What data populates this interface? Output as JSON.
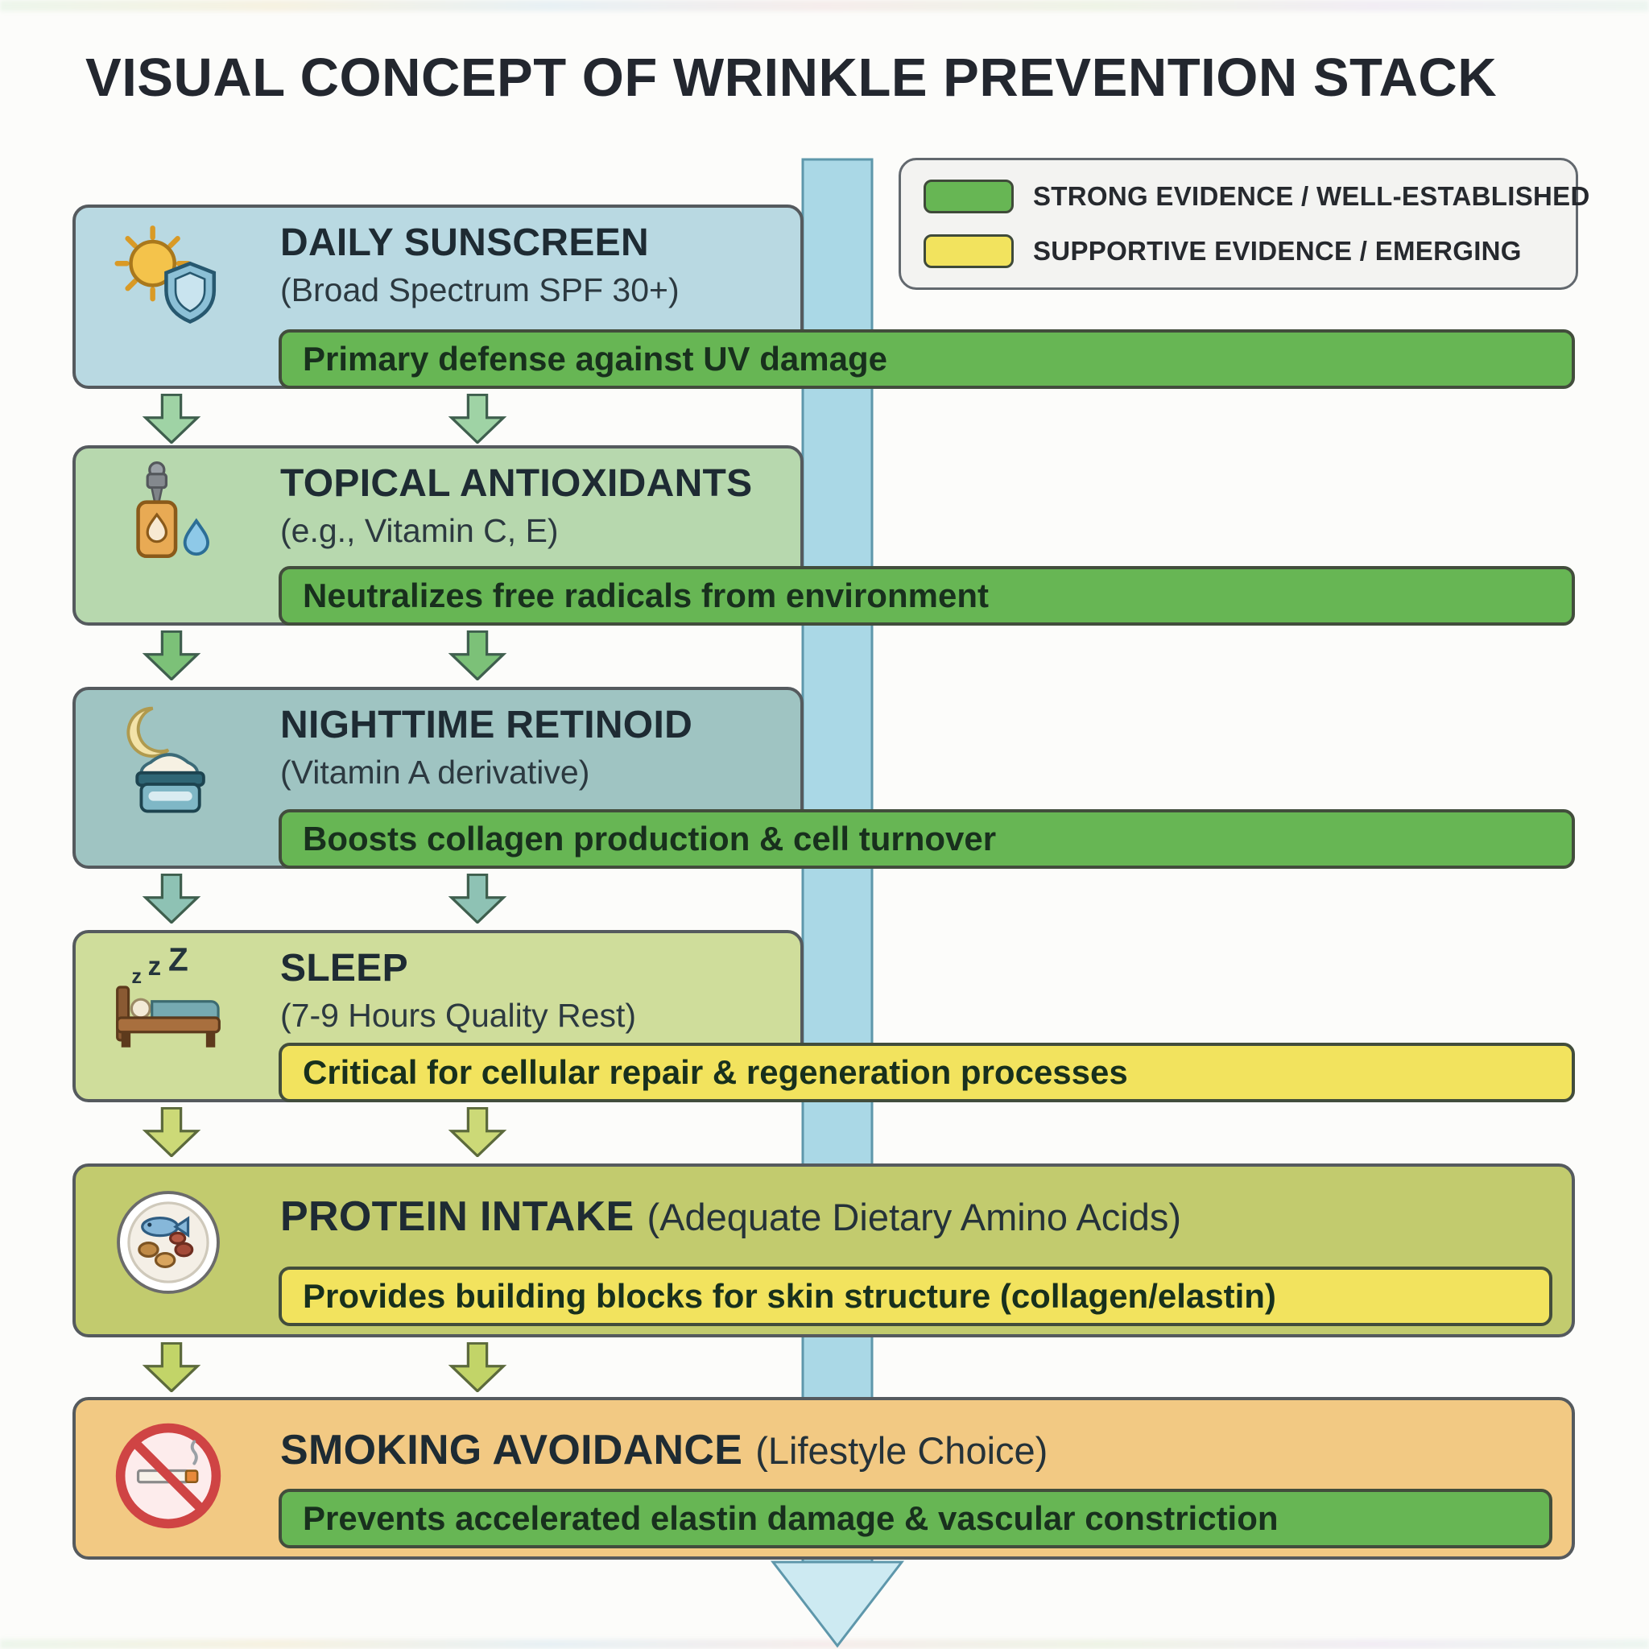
{
  "title": "VISUAL CONCEPT OF WRINKLE PREVENTION STACK",
  "legend": {
    "items": [
      {
        "label": "STRONG EVIDENCE / WELL-ESTABLISHED",
        "color": "#67b654",
        "evidence": "strong"
      },
      {
        "label": "SUPPORTIVE EVIDENCE / EMERGING",
        "color": "#f2e35e",
        "evidence": "supportive"
      }
    ]
  },
  "colors": {
    "flow_arrow_shaft": "#aad8e6",
    "flow_arrow_head": "#cdeaf2",
    "flow_arrow_stroke": "#5e97ab",
    "strong_banner": "#67b654",
    "supportive_banner": "#f2e35e"
  },
  "steps": [
    {
      "title": "DAILY SUNSCREEN",
      "subtitle": "(Broad Spectrum SPF 30+)",
      "banner": "Primary defense against UV damage",
      "evidence": "strong",
      "icon": "sun-shield-icon",
      "card_color": "#b9d9e2",
      "banner_color": "#67b654"
    },
    {
      "title": "TOPICAL ANTIOXIDANTS",
      "subtitle": "(e.g., Vitamin C, E)",
      "banner": "Neutralizes free radicals from environment",
      "evidence": "strong",
      "icon": "serum-dropper-icon",
      "card_color": "#b7d8ae",
      "banner_color": "#67b654"
    },
    {
      "title": "NIGHTTIME RETINOID",
      "subtitle": "(Vitamin A derivative)",
      "banner": "Boosts collagen production & cell turnover",
      "evidence": "strong",
      "icon": "moon-cream-jar-icon",
      "card_color": "#9fc4c2",
      "banner_color": "#67b654"
    },
    {
      "title": "SLEEP",
      "subtitle": "(7-9 Hours Quality Rest)",
      "banner": "Critical for cellular repair & regeneration processes",
      "evidence": "supportive",
      "icon": "sleep-bed-icon",
      "card_color": "#cfdd9b",
      "banner_color": "#f2e35e"
    },
    {
      "title": "PROTEIN INTAKE",
      "subtitle": "(Adequate Dietary Amino Acids)",
      "banner": "Provides building blocks for skin structure (collagen/elastin)",
      "evidence": "supportive",
      "icon": "protein-plate-icon",
      "card_color": "#c2cb6e",
      "banner_color": "#f2e35e"
    },
    {
      "title": "SMOKING AVOIDANCE",
      "subtitle": "(Lifestyle Choice)",
      "banner": "Prevents accelerated elastin damage & vascular constriction",
      "evidence": "strong",
      "icon": "no-smoking-icon",
      "card_color": "#f2c983",
      "banner_color": "#67b654"
    }
  ],
  "gaps": [
    {
      "color": "#9fd3a5"
    },
    {
      "color": "#7cc178"
    },
    {
      "color": "#8ec2b4"
    },
    {
      "color": "#ccd977"
    },
    {
      "color": "#c2d468"
    }
  ]
}
